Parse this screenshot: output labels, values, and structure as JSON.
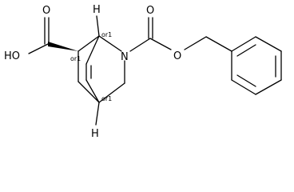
{
  "molecule": {
    "atoms": {
      "hydroxyl": "HO",
      "acid_carbonyl_o": "O",
      "nitrogen": "N",
      "carbamate_carbonyl_o": "O",
      "ester_o": "O",
      "h_top": "H",
      "h_bottom": "H"
    },
    "stereo_labels": {
      "c6": "or1",
      "c1": "or1",
      "c4": "or1"
    },
    "colors": {
      "ink": "#000000",
      "background": "#ffffff"
    }
  }
}
